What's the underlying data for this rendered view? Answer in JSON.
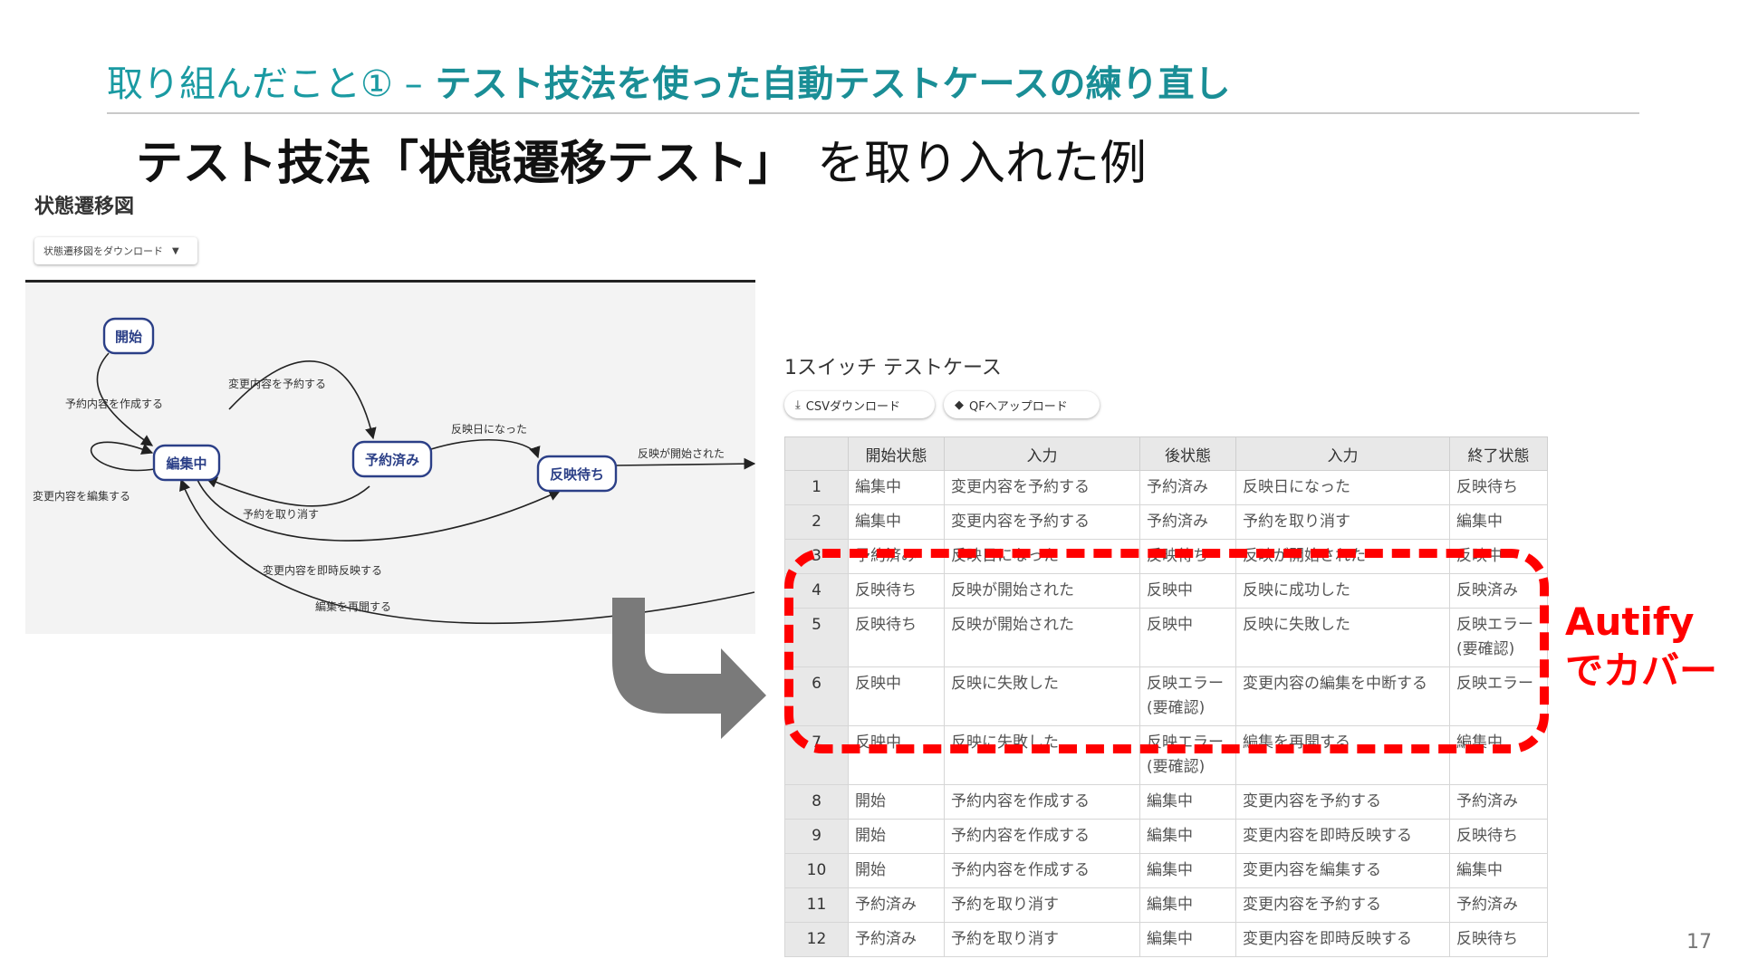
{
  "header": {
    "prefix": "取り組んだこと① –",
    "title": "テスト技法を使った自動テストケースの練り直し"
  },
  "subtitle": {
    "bold": "テスト技法「状態遷移テスト」",
    "rest": "を取り入れた例"
  },
  "diagram": {
    "heading": "状態遷移図",
    "download_label": "状態遷移図をダウンロード",
    "nodes": {
      "start": "開始",
      "editing": "編集中",
      "reserved": "予約済み",
      "waiting": "反映待ち"
    },
    "edges": {
      "create": "予約内容を作成する",
      "reserve": "変更内容を予約する",
      "reflect_day": "反映日になった",
      "reflect_started": "反映が開始された",
      "edit": "変更内容を編集する",
      "cancel": "予約を取り消す",
      "immediate": "変更内容を即時反映する",
      "resume": "編集を再開する"
    }
  },
  "testcases": {
    "heading": "1スイッチ テストケース",
    "csv_button": "CSVダウンロード",
    "qf_button": "QFへアップロード",
    "columns": [
      "",
      "開始状態",
      "入力",
      "後状態",
      "入力",
      "終了状態"
    ],
    "rows": [
      [
        "1",
        "編集中",
        "変更内容を予約する",
        "予約済み",
        "反映日になった",
        "反映待ち"
      ],
      [
        "2",
        "編集中",
        "変更内容を予約する",
        "予約済み",
        "予約を取り消す",
        "編集中"
      ],
      [
        "3",
        "予約済み",
        "反映日になった",
        "反映待ち",
        "反映が開始された",
        "反映中"
      ],
      [
        "4",
        "反映待ち",
        "反映が開始された",
        "反映中",
        "反映に成功した",
        "反映済み"
      ],
      [
        "5",
        "反映待ち",
        "反映が開始された",
        "反映中",
        "反映に失敗した",
        "反映エラー (要確認)"
      ],
      [
        "6",
        "反映中",
        "反映に失敗した",
        "反映エラー (要確認)",
        "変更内容の編集を中断する",
        "反映エラー"
      ],
      [
        "7",
        "反映中",
        "反映に失敗した",
        "反映エラー (要確認)",
        "編集を再開する",
        "編集中"
      ],
      [
        "8",
        "開始",
        "予約内容を作成する",
        "編集中",
        "変更内容を予約する",
        "予約済み"
      ],
      [
        "9",
        "開始",
        "予約内容を作成する",
        "編集中",
        "変更内容を即時反映する",
        "反映待ち"
      ],
      [
        "10",
        "開始",
        "予約内容を作成する",
        "編集中",
        "変更内容を編集する",
        "編集中"
      ],
      [
        "11",
        "予約済み",
        "予約を取り消す",
        "編集中",
        "変更内容を予約する",
        "予約済み"
      ],
      [
        "12",
        "予約済み",
        "予約を取り消す",
        "編集中",
        "変更内容を即時反映する",
        "反映待ち"
      ]
    ]
  },
  "annotation": {
    "line1": "Autify",
    "line2": "でカバー"
  },
  "page_number": "17",
  "colors": {
    "accent": "#1a8e96",
    "highlight": "#ff0000",
    "node_border": "#2b3f87"
  }
}
